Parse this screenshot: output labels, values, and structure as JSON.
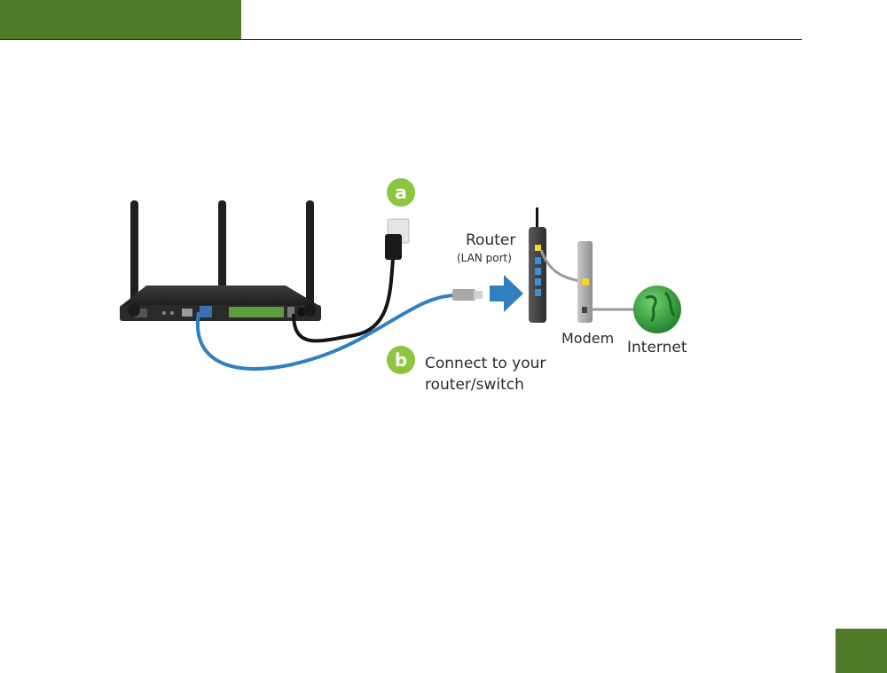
{
  "diagram": {
    "badge_a": "a",
    "badge_b": "b",
    "router_label": "Router",
    "router_sublabel": "(LAN port)",
    "modem_label": "Modem",
    "internet_label": "Internet",
    "connect_line1": "Connect to your",
    "connect_line2": "router/switch"
  },
  "colors": {
    "accent_green": "#4f7a28",
    "badge_green": "#8cc63f",
    "cable_blue": "#2f7fc1",
    "arrow_blue": "#2f7fc1",
    "internet_green": "#2e9a3a"
  }
}
